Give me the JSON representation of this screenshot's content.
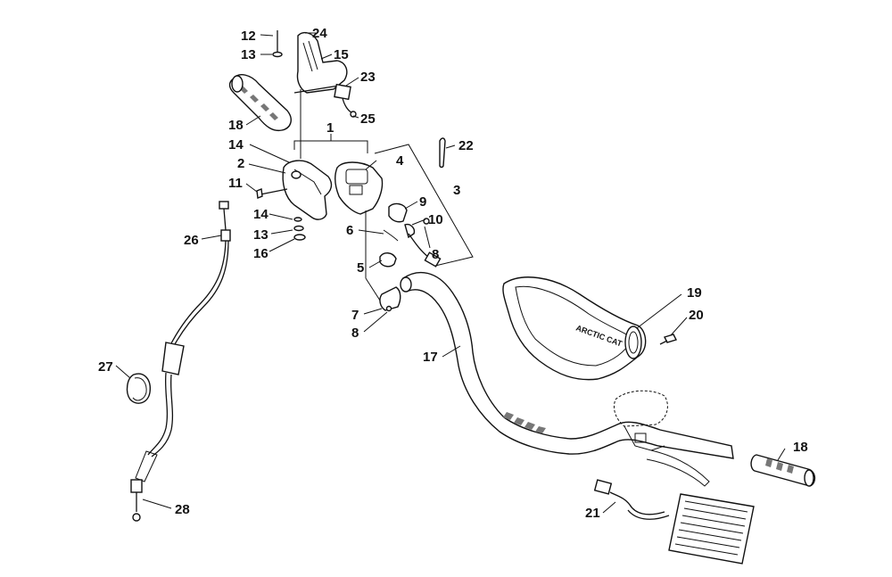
{
  "diagram": {
    "callouts": [
      {
        "id": "1",
        "label": "1"
      },
      {
        "id": "2",
        "label": "2"
      },
      {
        "id": "3",
        "label": "3"
      },
      {
        "id": "4",
        "label": "4"
      },
      {
        "id": "5",
        "label": "5"
      },
      {
        "id": "6",
        "label": "6"
      },
      {
        "id": "7",
        "label": "7"
      },
      {
        "id": "8a",
        "label": "8"
      },
      {
        "id": "8b",
        "label": "8"
      },
      {
        "id": "9",
        "label": "9"
      },
      {
        "id": "10",
        "label": "10"
      },
      {
        "id": "11",
        "label": "11"
      },
      {
        "id": "12",
        "label": "12"
      },
      {
        "id": "13a",
        "label": "13"
      },
      {
        "id": "13b",
        "label": "13"
      },
      {
        "id": "14a",
        "label": "14"
      },
      {
        "id": "14b",
        "label": "14"
      },
      {
        "id": "15",
        "label": "15"
      },
      {
        "id": "16",
        "label": "16"
      },
      {
        "id": "17",
        "label": "17"
      },
      {
        "id": "18a",
        "label": "18"
      },
      {
        "id": "18b",
        "label": "18"
      },
      {
        "id": "19",
        "label": "19"
      },
      {
        "id": "20",
        "label": "20"
      },
      {
        "id": "21",
        "label": "21"
      },
      {
        "id": "22",
        "label": "22"
      },
      {
        "id": "23",
        "label": "23"
      },
      {
        "id": "24",
        "label": "24"
      },
      {
        "id": "25",
        "label": "25"
      },
      {
        "id": "26",
        "label": "26"
      },
      {
        "id": "27",
        "label": "27"
      },
      {
        "id": "28",
        "label": "28"
      }
    ],
    "pad_logo_text": "ARCTIC CAT"
  }
}
